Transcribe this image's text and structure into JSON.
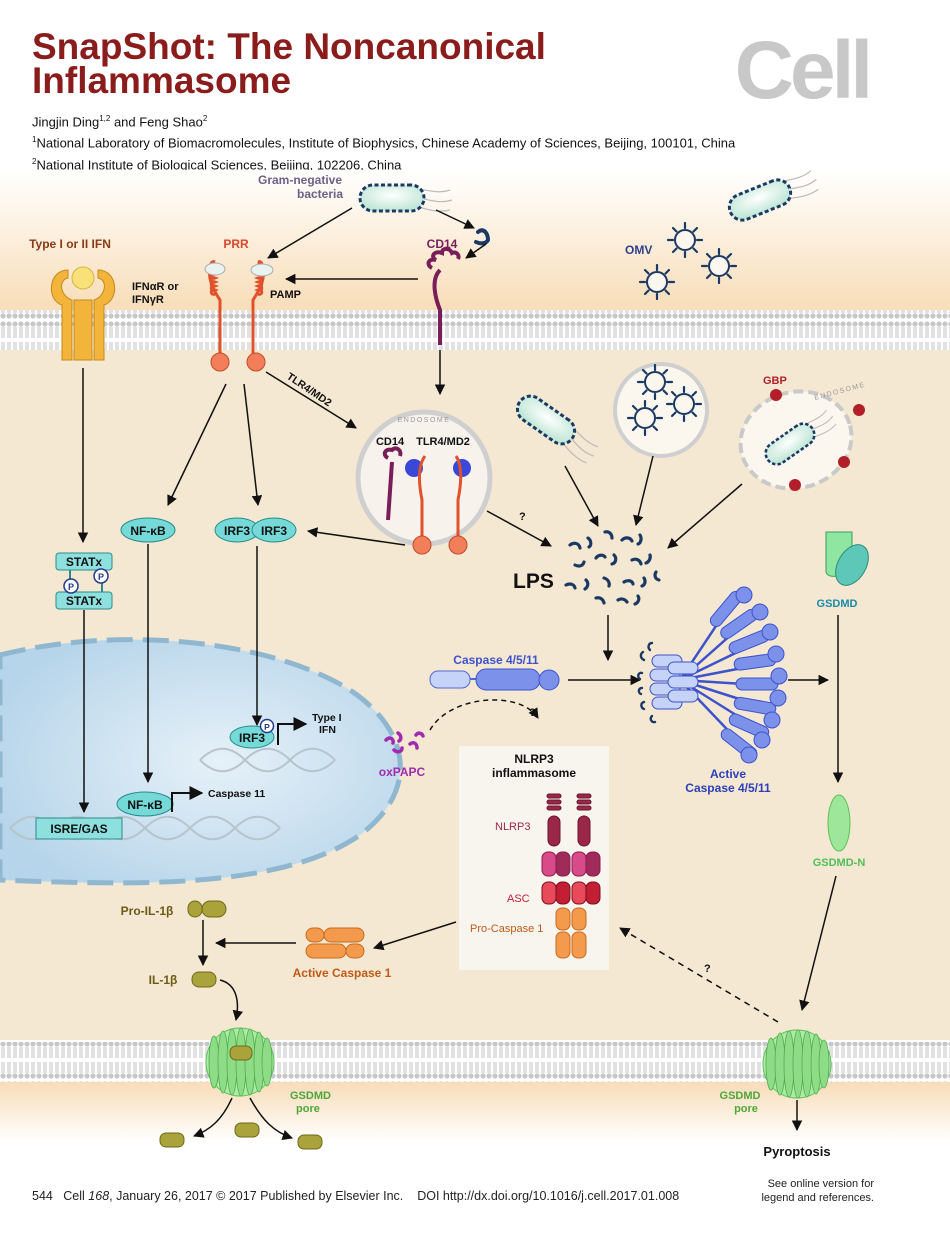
{
  "header": {
    "title_line1": "SnapShot: The Noncanonical",
    "title_line2": "Inflammasome",
    "logo": "Cell",
    "authors": "Jingjin Ding",
    "authors_sup1": "1,2",
    "authors_and": " and Feng Shao",
    "authors_sup2": "2",
    "affil1_sup": "1",
    "affil1": "National Laboratory of Biomacromolecules, Institute of Biophysics, Chinese Academy of Sciences, Beijing, 100101, China",
    "affil2_sup": "2",
    "affil2": "National Institute of Biological Sciences, Beijing, 102206, China"
  },
  "labels": {
    "gram_neg_1": "Gram-negative",
    "gram_neg_2": "bacteria",
    "type_ifn": "Type I or II IFN",
    "prr": "PRR",
    "cd14": "CD14",
    "ifnar_1": "IFNαR or",
    "ifnar_2": "IFNγR",
    "pamp": "PAMP",
    "omv": "OMV",
    "tlr4md2": "TLR4/MD2",
    "endosome": "ENDOSOME",
    "cd14_endo": "CD14",
    "tlr4md2_endo": "TLR4/MD2",
    "gbp": "GBP",
    "endosome2": "ENDOSOME",
    "nfkb": "NF-κB",
    "irf3_a": "IRF3",
    "irf3_b": "IRF3",
    "q1": "?",
    "lps": "LPS",
    "gsdmd": "GSDMD",
    "statx1": "STATx",
    "statx2": "STATx",
    "p": "P",
    "caspase4511": "Caspase 4/5/11",
    "q2": "?",
    "irf3_nuc": "IRF3",
    "type1ifn_1": "Type I",
    "type1ifn_2": "IFN",
    "oxpapc": "oxPAPC",
    "nlrp3_title_1": "NLRP3",
    "nlrp3_title_2": "inflammasome",
    "active_casp_1": "Active",
    "active_casp_2": "Caspase 4/5/11",
    "nfkb_nuc": "NF-κB",
    "caspase11": "Caspase 11",
    "isre": "ISRE/GAS",
    "nlrp3": "NLRP3",
    "gsdmd_n": "GSDMD-N",
    "asc": "ASC",
    "pro_il1b": "Pro-IL-1β",
    "pro_casp1": "Pro-Caspase 1",
    "active_casp1": "Active Caspase 1",
    "il1b": "IL-1β",
    "q3": "?",
    "gsdmd_pore_1": "GSDMD",
    "gsdmd_pore_2": "pore",
    "gsdmd_pore2_1": "GSDMD",
    "gsdmd_pore2_2": "pore",
    "pyroptosis": "Pyroptosis"
  },
  "footer": {
    "page": "544",
    "cell": "Cell ",
    "volume": "168",
    "rest": ", January 26, 2017 © 2017 Published by Elsevier Inc.",
    "doi": "DOI http://dx.doi.org/10.1016/j.cell.2017.01.008",
    "note1": "See online version for",
    "note2": "legend and references."
  },
  "colors": {
    "title": "#8a1c1c",
    "cytoplasm": "#f5e8d2",
    "nucleus": "#cfe3f0",
    "caspase": "#6f84e6",
    "prr": "#e0522c",
    "cd14": "#7a1e5a",
    "ifnr": "#f3b43c",
    "gsdmd": "#9ee69a",
    "casp1": "#f39a4c",
    "lps": "#1b3a63"
  }
}
